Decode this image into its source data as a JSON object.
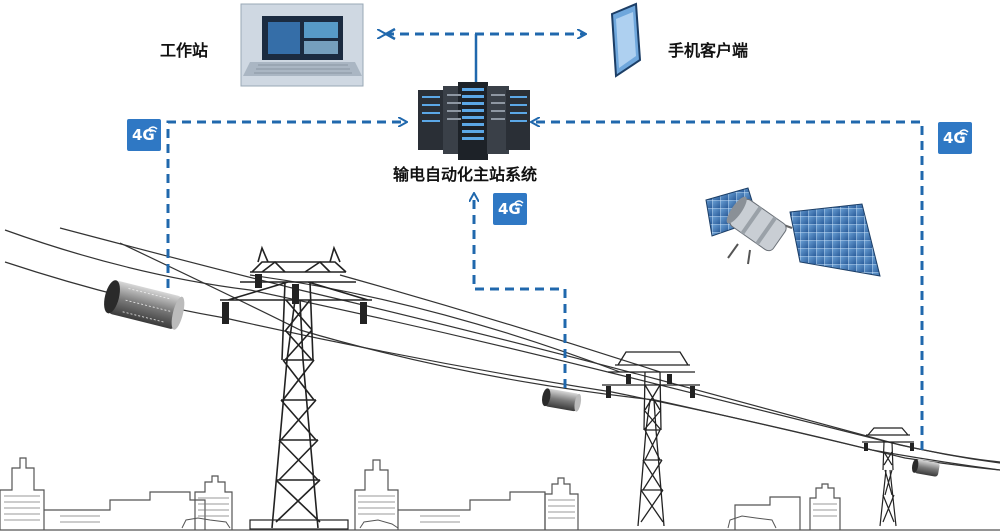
{
  "nodes": {
    "workstation": "工作站",
    "mobile_client": "手机客户端",
    "master_station": "输电自动化主站系统"
  },
  "badges": {
    "left": "4G",
    "center": "4G",
    "right": "4G"
  },
  "colors": {
    "link": "#2068ad",
    "badge": "#2f78c4",
    "line": "#333333"
  }
}
